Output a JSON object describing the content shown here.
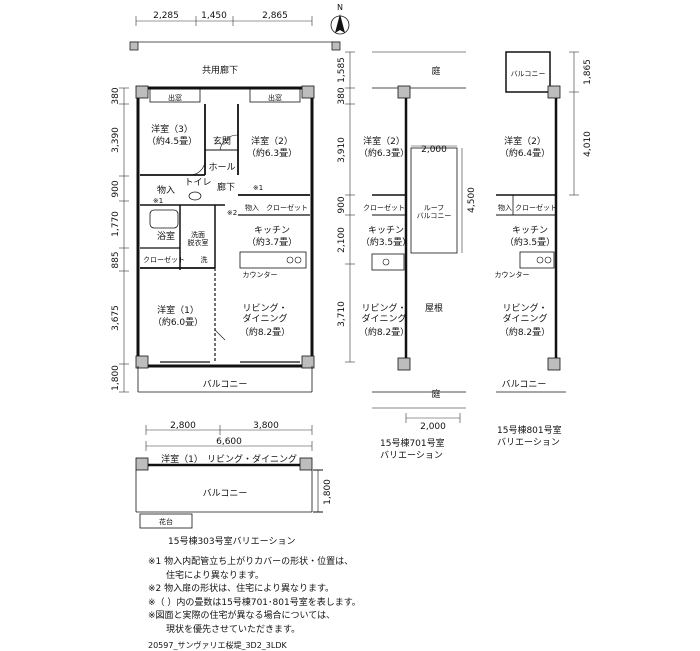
{
  "dims": {
    "top": [
      "2,285",
      "1,450",
      "2,865"
    ],
    "left": [
      "380",
      "3,390",
      "900",
      "1,770",
      "885",
      "3,675",
      "1,800"
    ],
    "bottom": [
      "2,800",
      "3,800",
      "6,600"
    ],
    "right701": [
      "1,585",
      "380",
      "3,910",
      "900",
      "2,100",
      "3,710"
    ],
    "roof_width": "2,000",
    "roof_height": "4,500",
    "bottom701": "2,000",
    "right801": [
      "1,865",
      "4,010"
    ],
    "var303_height": "1,800"
  },
  "main": {
    "corridor": "共用廊下",
    "exit_left": "出窓",
    "exit_right": "出窓",
    "room3_name": "洋室（3）",
    "room3_size": "（約4.5畳）",
    "genkan": "玄関",
    "room2_name": "洋室（2）",
    "room2_size": "（約6.3畳）",
    "hall": "ホール",
    "storage1": "物入",
    "storage1_note": "※1",
    "note1_near_hall": "※1",
    "toilet": "トイレ",
    "hallway": "廊下",
    "storage2": "物入",
    "note2": "※2",
    "closet_a": "クローゼット",
    "bath": "浴室",
    "washroom": "洗面\n脱衣室",
    "kitchen": "キッチン",
    "kitchen_size": "（約3.7畳）",
    "closet_b": "クローゼット",
    "wash": "洗",
    "counter": "カウンター",
    "room1_name": "洋室（1）",
    "room1_size": "（約6.0畳）",
    "living": "リビング・\nダイニング",
    "living_size": "（約8.2畳）",
    "balcony": "バルコニー"
  },
  "v701": {
    "garden_top": "庭",
    "room2_name": "洋室（2）",
    "room2_size": "（約6.3畳）",
    "closet": "クローゼット",
    "roof_balcony": "ルーフ\nバルコニー",
    "kitchen": "キッチン",
    "kitchen_size": "（約3.5畳）",
    "living": "リビング・\nダイニング",
    "living_size": "（約8.2畳）",
    "roof": "屋根",
    "garden_bottom": "庭",
    "caption": "15号棟701号室\nバリエーション"
  },
  "v801": {
    "balcony_top": "バルコニー",
    "room2_name": "洋室（2）",
    "room2_size": "（約6.4畳）",
    "storage": "物入",
    "closet": "クローゼット",
    "kitchen": "キッチン",
    "kitchen_size": "（約3.5畳）",
    "counter": "カウンター",
    "living": "リビング・\nダイニング",
    "living_size": "（約8.2畳）",
    "balcony": "バルコニー",
    "caption": "15号棟801号室\nバリエーション"
  },
  "v303": {
    "room1": "洋室（1）",
    "living": "リビング・ダイニング",
    "balcony": "バルコニー",
    "planter": "花台",
    "caption": "15号棟303号室バリエーション"
  },
  "notes": [
    "※1 物入内配管立ち上がりカバーの形状・位置は、",
    "　　住宅により異なります。",
    "※2 物入扉の形状は、住宅により異なります。",
    "※（ ）内の畳数は15号棟701･801号室を表します。",
    "※図面と実際の住宅が異なる場合については、",
    "　　現状を優先させていただきます。"
  ],
  "code": "20597_サンヴァリエ桜堤_3D2_3LDK",
  "compass": "N"
}
